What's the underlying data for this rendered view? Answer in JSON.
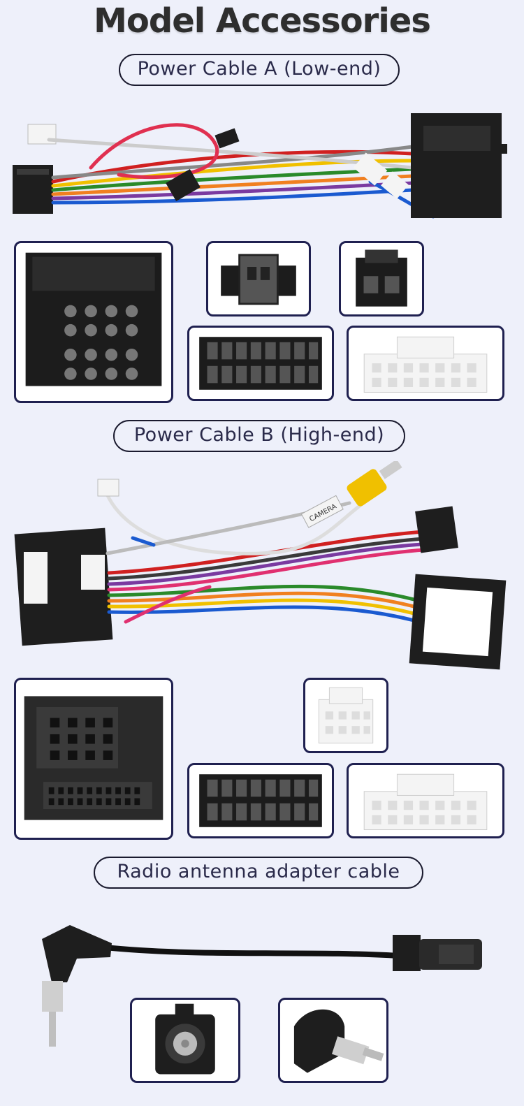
{
  "page": {
    "title": "Model Accessories"
  },
  "sections": [
    {
      "label": "Power Cable A (Low-end)"
    },
    {
      "label": "Power Cable B (High-end)"
    },
    {
      "label": "Radio antenna adapter cable"
    }
  ],
  "cable_tags": {
    "camera": "CAMERA"
  },
  "colors": {
    "background": "#eef0fa",
    "frame_border": "#1f2050",
    "connector_black": "#222222",
    "connector_white": "#f4f4f4"
  }
}
